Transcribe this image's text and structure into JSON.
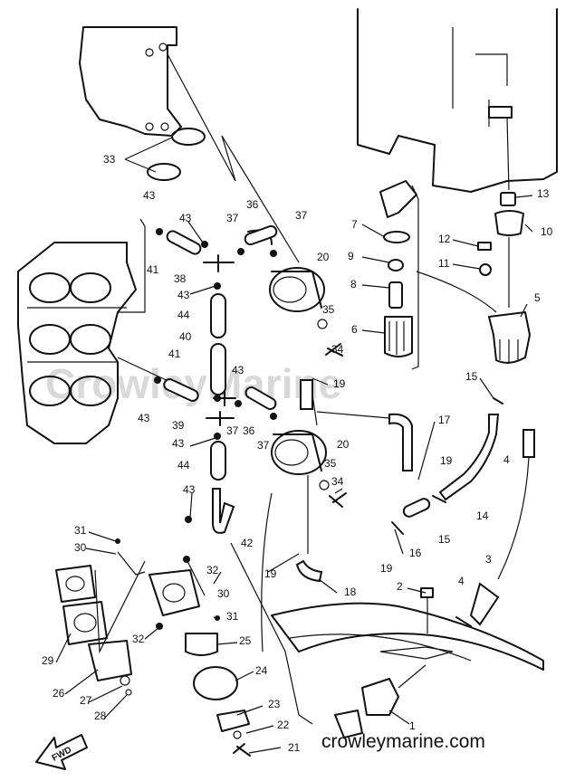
{
  "watermark": "CrowleyMarine",
  "footer_url": "crowleymarine.com",
  "direction_label": "FWD",
  "callouts": [
    {
      "id": "c1",
      "text": "1"
    },
    {
      "id": "c2",
      "text": "2"
    },
    {
      "id": "c3",
      "text": "3"
    },
    {
      "id": "c4a",
      "text": "4"
    },
    {
      "id": "c4b",
      "text": "4"
    },
    {
      "id": "c5",
      "text": "5"
    },
    {
      "id": "c6",
      "text": "6"
    },
    {
      "id": "c7",
      "text": "7"
    },
    {
      "id": "c8",
      "text": "8"
    },
    {
      "id": "c9",
      "text": "9"
    },
    {
      "id": "c10",
      "text": "10"
    },
    {
      "id": "c11",
      "text": "11"
    },
    {
      "id": "c12",
      "text": "12"
    },
    {
      "id": "c13",
      "text": "13"
    },
    {
      "id": "c14",
      "text": "14"
    },
    {
      "id": "c15a",
      "text": "15"
    },
    {
      "id": "c15b",
      "text": "15"
    },
    {
      "id": "c16",
      "text": "16"
    },
    {
      "id": "c17",
      "text": "17"
    },
    {
      "id": "c18",
      "text": "18"
    },
    {
      "id": "c19a",
      "text": "19"
    },
    {
      "id": "c19b",
      "text": "19"
    },
    {
      "id": "c19c",
      "text": "19"
    },
    {
      "id": "c19d",
      "text": "19"
    },
    {
      "id": "c20a",
      "text": "20"
    },
    {
      "id": "c20b",
      "text": "20"
    },
    {
      "id": "c21",
      "text": "21"
    },
    {
      "id": "c22",
      "text": "22"
    },
    {
      "id": "c23",
      "text": "23"
    },
    {
      "id": "c24",
      "text": "24"
    },
    {
      "id": "c25",
      "text": "25"
    },
    {
      "id": "c26",
      "text": "26"
    },
    {
      "id": "c27",
      "text": "27"
    },
    {
      "id": "c28",
      "text": "28"
    },
    {
      "id": "c29",
      "text": "29"
    },
    {
      "id": "c30a",
      "text": "30"
    },
    {
      "id": "c30b",
      "text": "30"
    },
    {
      "id": "c31a",
      "text": "31"
    },
    {
      "id": "c31b",
      "text": "31"
    },
    {
      "id": "c32a",
      "text": "32"
    },
    {
      "id": "c32b",
      "text": "32"
    },
    {
      "id": "c33",
      "text": "33"
    },
    {
      "id": "c34a",
      "text": "34"
    },
    {
      "id": "c34b",
      "text": "34"
    },
    {
      "id": "c35a",
      "text": "35"
    },
    {
      "id": "c35b",
      "text": "35"
    },
    {
      "id": "c36a",
      "text": "36"
    },
    {
      "id": "c36b",
      "text": "36"
    },
    {
      "id": "c37a",
      "text": "37"
    },
    {
      "id": "c37b",
      "text": "37"
    },
    {
      "id": "c37c",
      "text": "37"
    },
    {
      "id": "c37d",
      "text": "37"
    },
    {
      "id": "c38",
      "text": "38"
    },
    {
      "id": "c39",
      "text": "39"
    },
    {
      "id": "c40",
      "text": "40"
    },
    {
      "id": "c41a",
      "text": "41"
    },
    {
      "id": "c41b",
      "text": "41"
    },
    {
      "id": "c42",
      "text": "42"
    },
    {
      "id": "c43a",
      "text": "43"
    },
    {
      "id": "c43b",
      "text": "43"
    },
    {
      "id": "c43c",
      "text": "43"
    },
    {
      "id": "c43d",
      "text": "43"
    },
    {
      "id": "c43e",
      "text": "43"
    },
    {
      "id": "c43f",
      "text": "43"
    },
    {
      "id": "c43g",
      "text": "43"
    },
    {
      "id": "c44a",
      "text": "44"
    },
    {
      "id": "c44b",
      "text": "44"
    }
  ]
}
